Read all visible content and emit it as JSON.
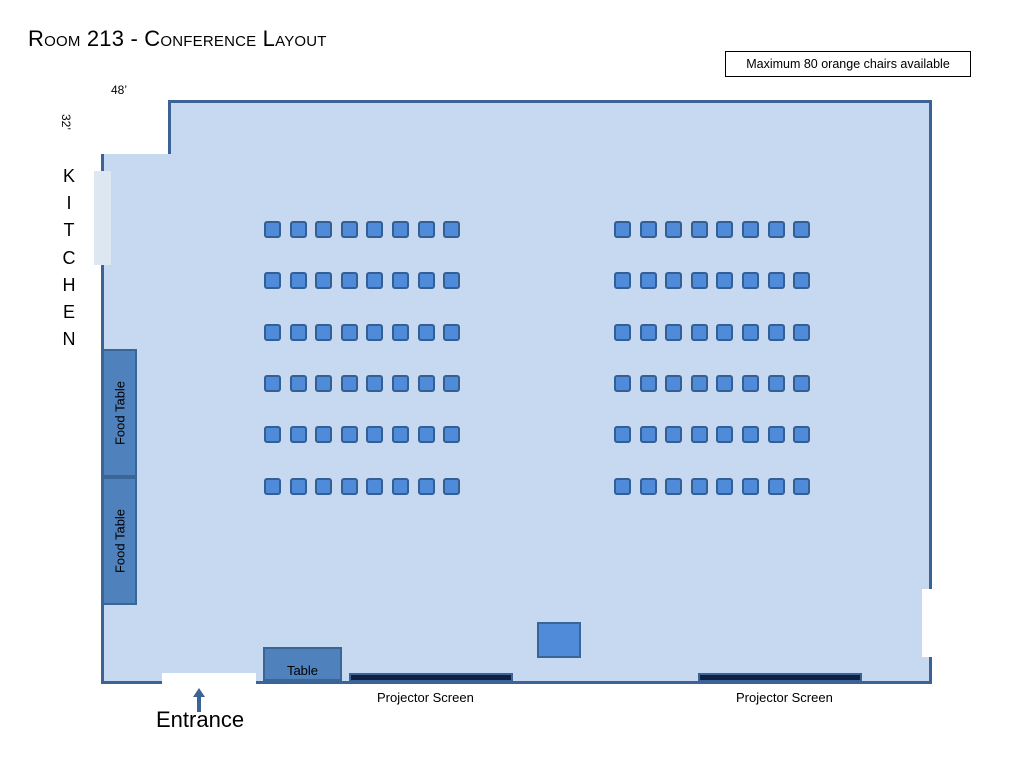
{
  "title": "Room 213 - Conference Layout",
  "note": "Maximum 80 orange chairs available",
  "dimensions": {
    "width": "48’",
    "height": "32’"
  },
  "kitchen_letters": [
    "K",
    "I",
    "T",
    "C",
    "H",
    "E",
    "N"
  ],
  "food_tables": [
    "Food Table",
    "Food Table"
  ],
  "table_label": "Table",
  "projector_screens": [
    "Projector Screen",
    "Projector Screen"
  ],
  "entrance_label": "Entrance",
  "seating": {
    "blocks": 2,
    "rows_per_block": 6,
    "chairs_per_row": 8
  },
  "colors": {
    "room_fill": "#c6d9f0",
    "wall": "#3c6396",
    "chair": "#4f8bd8",
    "table": "#4f81bd",
    "screen": "#0f2143"
  }
}
